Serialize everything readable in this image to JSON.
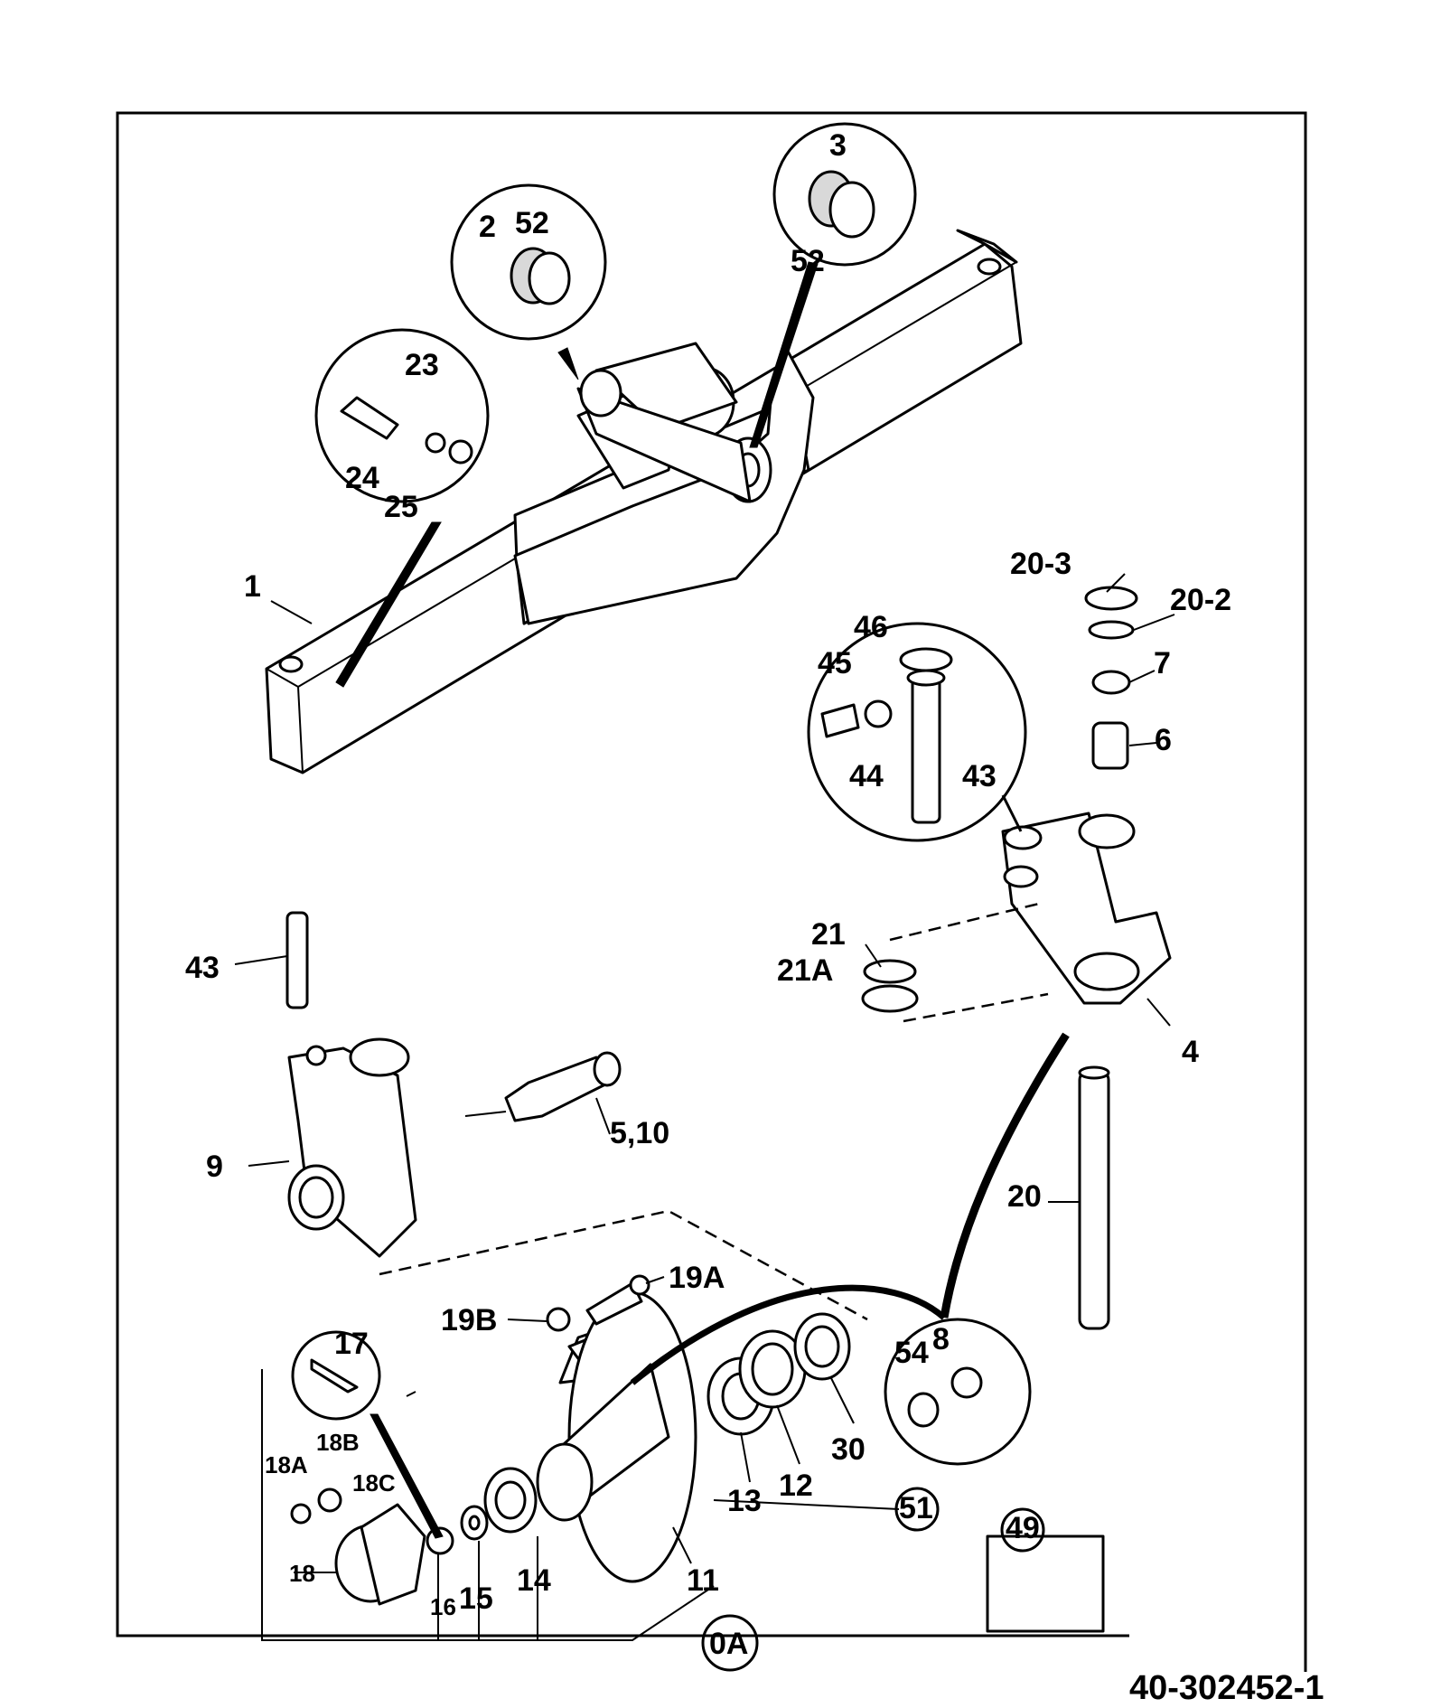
{
  "drawing_number": "40-302452-1",
  "callouts": {
    "c1": "1",
    "c2": "2",
    "c3": "3",
    "c4": "4",
    "c5_10": "5,10",
    "c6": "6",
    "c7": "7",
    "c8": "8",
    "c9": "9",
    "c11": "11",
    "c12": "12",
    "c13": "13",
    "c14": "14",
    "c15": "15",
    "c16": "16",
    "c17": "17",
    "c18": "18",
    "c18a": "18A",
    "c18b": "18B",
    "c18c": "18C",
    "c19a": "19A",
    "c19b": "19B",
    "c20": "20",
    "c20_2": "20-2",
    "c20_3": "20-3",
    "c21": "21",
    "c21a": "21A",
    "c23": "23",
    "c24": "24",
    "c25": "25",
    "c30": "30",
    "c43a": "43",
    "c43b": "43",
    "c44": "44",
    "c45": "45",
    "c46": "46",
    "c49": "49",
    "c51": "51",
    "c52a": "52",
    "c52b": "52",
    "c54": "54",
    "c0a": "0A"
  }
}
